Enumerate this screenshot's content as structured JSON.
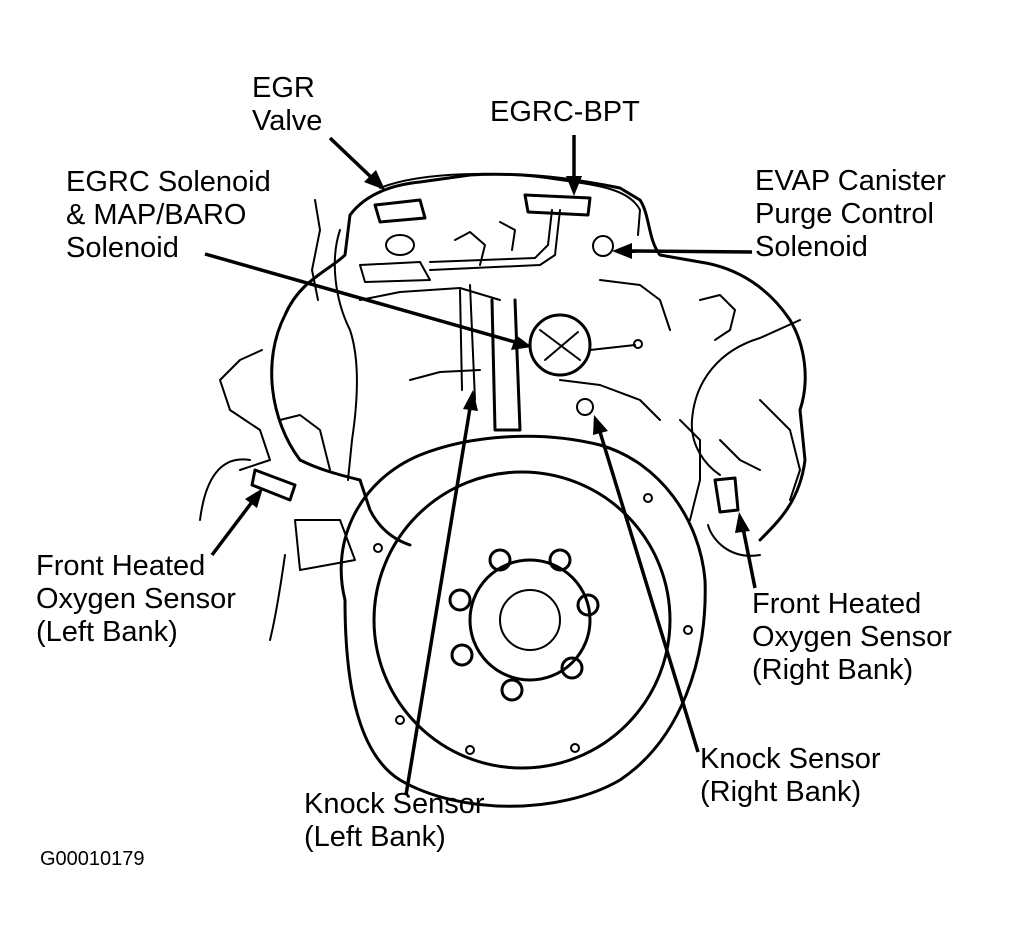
{
  "colors": {
    "ink": "#000000",
    "background": "#ffffff"
  },
  "labels": {
    "egr_valve": [
      "EGR",
      "Valve"
    ],
    "egrc_bpt": [
      "EGRC-BPT"
    ],
    "egrc_solenoid": [
      "EGRC Solenoid",
      "& MAP/BARO",
      "Solenoid"
    ],
    "evap_solenoid": [
      "EVAP Canister",
      "Purge Control",
      "Solenoid"
    ],
    "o2_left": [
      "Front Heated",
      "Oxygen Sensor",
      "(Left Bank)"
    ],
    "o2_right": [
      "Front Heated",
      "Oxygen Sensor",
      "(Right Bank)"
    ],
    "knock_left": [
      "Knock Sensor",
      "(Left Bank)"
    ],
    "knock_right": [
      "Knock Sensor",
      "(Right Bank)"
    ]
  },
  "figure_id": "G00010179"
}
